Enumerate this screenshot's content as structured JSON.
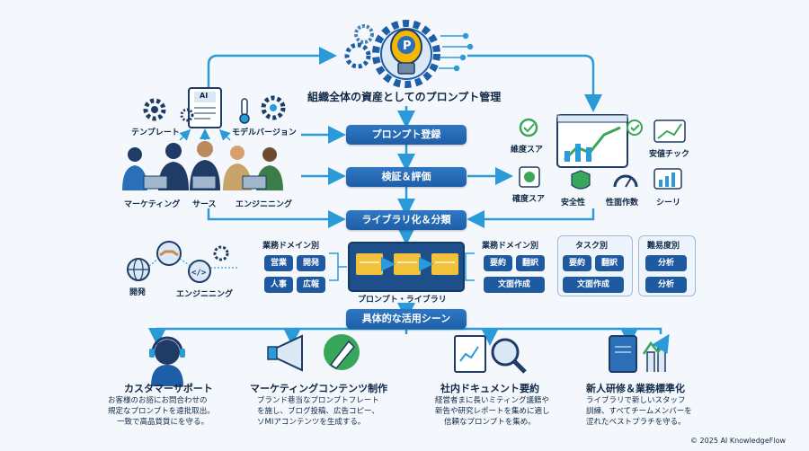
{
  "header": {
    "title": "組織全体の資産としてのプロンプト管理"
  },
  "left_top": {
    "template_label": "テンプレート",
    "model_version_label": "モデルバージョン",
    "doc_icon_text": "AI"
  },
  "people": {
    "labels": [
      "マーケティング",
      "サース",
      "エンジニニング"
    ]
  },
  "steps": [
    "プロンプト登録",
    "検証＆評価",
    "ライブラリ化＆分類",
    "具体的な活用シーン"
  ],
  "eval": {
    "labels": [
      "維度スア",
      "安値チック",
      "確度スア",
      "安全性",
      "性面作数",
      "シーリ"
    ]
  },
  "left_mid": {
    "labels": [
      "開発",
      "エンジニニング"
    ]
  },
  "domain_left": {
    "heading": "業務ドメイン別",
    "tags": [
      "営業",
      "開発",
      "人事",
      "広報"
    ]
  },
  "library": {
    "label": "プロンプト・ライブラリ"
  },
  "domain_right": {
    "heading": "業務ドメイン別",
    "tags": [
      "要約",
      "翻訳",
      "文面作成"
    ]
  },
  "task": {
    "heading": "タスク別",
    "tags": [
      "要約",
      "翻訳",
      "文面作成"
    ]
  },
  "difficulty": {
    "heading": "難易度別",
    "tags": [
      "分析",
      "分析"
    ]
  },
  "use_cases": [
    {
      "title": "カスタマーサポート",
      "lines": [
        "お客様のお諮にお問合わせの",
        "規定なプロンプトを遠批取出。",
        "一致で高品質質にを守る。"
      ]
    },
    {
      "title": "マーケティングコンテンツ制作",
      "lines": [
        "ブランド巷当なプロンプトフレート",
        "を施し、ブログ投稿、広告コピー、",
        "ソMIアコンテンツを生成する。"
      ]
    },
    {
      "title": "社内ドキュメント要約",
      "lines": [
        "経営者まに長いミティング議籍や",
        "新告や研究レポートを集めに適し",
        "信頼なプロンプトを集め。"
      ]
    },
    {
      "title": "新人研修＆業務標準化",
      "lines": [
        "ライブラリで新しいスタッフ",
        "訓練、すべてチームメンバーを",
        "涩れたベストプラチを守る。"
      ]
    }
  ],
  "footer": {
    "copyright": "© 2025 AI KnowledgeFlow"
  },
  "colors": {
    "primary": "#1e5ea8",
    "accent": "#2aa9e0",
    "bg": "#f4f8fc",
    "bulb": "#f5b800",
    "green": "#3aa65a"
  }
}
